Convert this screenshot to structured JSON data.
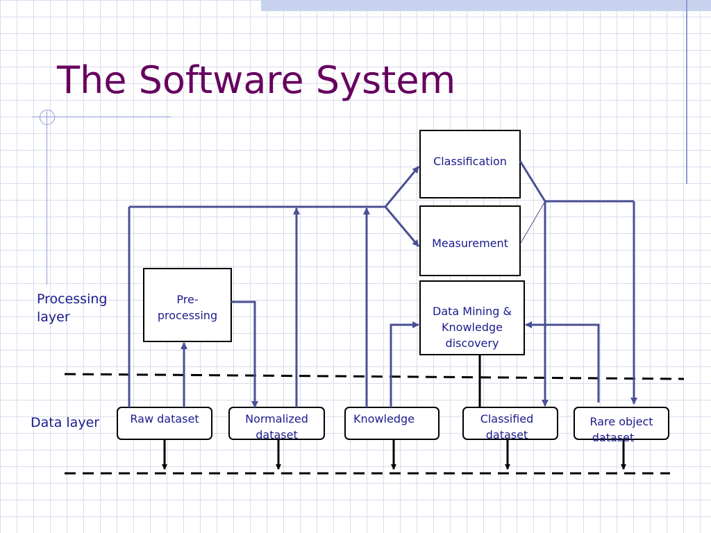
{
  "title": "The Software System",
  "labels": {
    "processing_layer": [
      "Processing",
      "layer"
    ],
    "data_layer": "Data layer"
  },
  "processing_boxes": {
    "classification": "Classification",
    "measurement": "Measurement",
    "preprocessing": [
      "Pre-",
      "processing"
    ],
    "data_mining": [
      "Data Mining &",
      "Knowledge",
      "discovery"
    ]
  },
  "data_boxes": {
    "raw": [
      "Raw dataset"
    ],
    "normalized": [
      "Normalized",
      "dataset"
    ],
    "knowledge": [
      "Knowledge"
    ],
    "classified": [
      "Classified",
      "dataset"
    ],
    "rare": [
      "Rare object",
      "dataset"
    ]
  },
  "colors": {
    "title": "#66005f",
    "text": "#1a1a8c",
    "connector": "#4a4f94",
    "box_border": "#000000",
    "accent_bar": "#c8d2ee"
  }
}
